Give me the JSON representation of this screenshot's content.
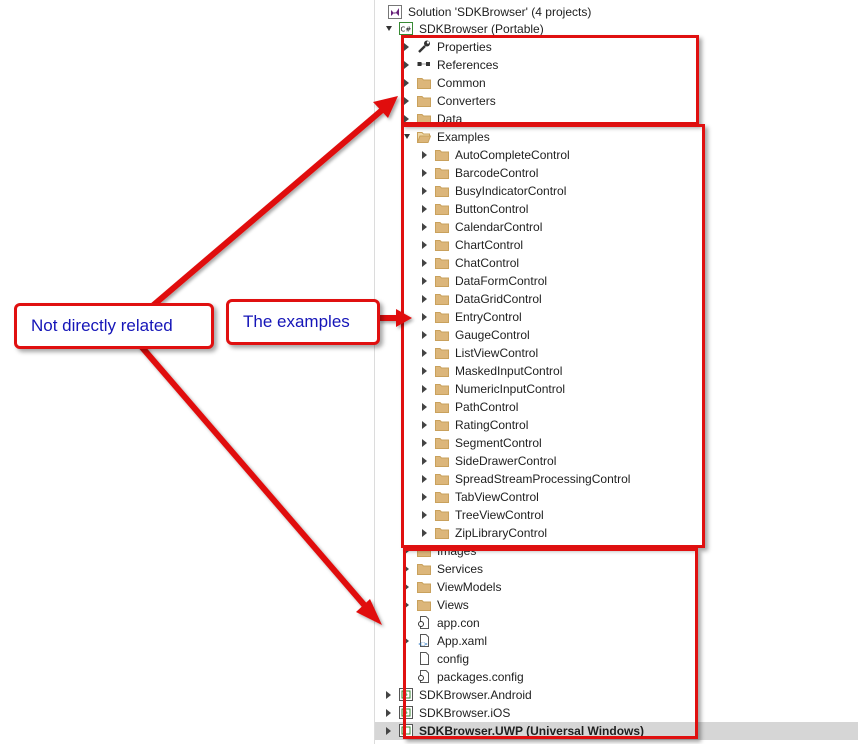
{
  "solution": {
    "title": "Solution 'SDKBrowser' (4 projects)"
  },
  "tree": [
    {
      "label": "SDKBrowser (Portable)",
      "icon": "csharp-project-icon",
      "expander": "open",
      "level": 0
    },
    {
      "label": "Properties",
      "icon": "wrench-icon",
      "expander": "closed",
      "level": 1
    },
    {
      "label": "References",
      "icon": "references-icon",
      "expander": "closed",
      "level": 1
    },
    {
      "label": "Common",
      "icon": "folder-icon",
      "expander": "closed",
      "level": 1
    },
    {
      "label": "Converters",
      "icon": "folder-icon",
      "expander": "closed",
      "level": 1
    },
    {
      "label": "Data",
      "icon": "folder-icon",
      "expander": "closed",
      "level": 1
    },
    {
      "label": "Examples",
      "icon": "folder-open-icon",
      "expander": "open",
      "level": 1
    },
    {
      "label": "AutoCompleteControl",
      "icon": "folder-icon",
      "expander": "closed",
      "level": 2
    },
    {
      "label": "BarcodeControl",
      "icon": "folder-icon",
      "expander": "closed",
      "level": 2
    },
    {
      "label": "BusyIndicatorControl",
      "icon": "folder-icon",
      "expander": "closed",
      "level": 2
    },
    {
      "label": "ButtonControl",
      "icon": "folder-icon",
      "expander": "closed",
      "level": 2
    },
    {
      "label": "CalendarControl",
      "icon": "folder-icon",
      "expander": "closed",
      "level": 2
    },
    {
      "label": "ChartControl",
      "icon": "folder-icon",
      "expander": "closed",
      "level": 2
    },
    {
      "label": "ChatControl",
      "icon": "folder-icon",
      "expander": "closed",
      "level": 2
    },
    {
      "label": "DataFormControl",
      "icon": "folder-icon",
      "expander": "closed",
      "level": 2
    },
    {
      "label": "DataGridControl",
      "icon": "folder-icon",
      "expander": "closed",
      "level": 2
    },
    {
      "label": "EntryControl",
      "icon": "folder-icon",
      "expander": "closed",
      "level": 2
    },
    {
      "label": "GaugeControl",
      "icon": "folder-icon",
      "expander": "closed",
      "level": 2
    },
    {
      "label": "ListViewControl",
      "icon": "folder-icon",
      "expander": "closed",
      "level": 2
    },
    {
      "label": "MaskedInputControl",
      "icon": "folder-icon",
      "expander": "closed",
      "level": 2
    },
    {
      "label": "NumericInputControl",
      "icon": "folder-icon",
      "expander": "closed",
      "level": 2
    },
    {
      "label": "PathControl",
      "icon": "folder-icon",
      "expander": "closed",
      "level": 2
    },
    {
      "label": "RatingControl",
      "icon": "folder-icon",
      "expander": "closed",
      "level": 2
    },
    {
      "label": "SegmentControl",
      "icon": "folder-icon",
      "expander": "closed",
      "level": 2
    },
    {
      "label": "SideDrawerControl",
      "icon": "folder-icon",
      "expander": "closed",
      "level": 2
    },
    {
      "label": "SpreadStreamProcessingControl",
      "icon": "folder-icon",
      "expander": "closed",
      "level": 2
    },
    {
      "label": "TabViewControl",
      "icon": "folder-icon",
      "expander": "closed",
      "level": 2
    },
    {
      "label": "TreeViewControl",
      "icon": "folder-icon",
      "expander": "closed",
      "level": 2
    },
    {
      "label": "ZipLibraryControl",
      "icon": "folder-icon",
      "expander": "closed",
      "level": 2
    },
    {
      "label": "Images",
      "icon": "folder-icon",
      "expander": "closed",
      "level": 1
    },
    {
      "label": "Services",
      "icon": "folder-icon",
      "expander": "closed",
      "level": 1
    },
    {
      "label": "ViewModels",
      "icon": "folder-icon",
      "expander": "closed",
      "level": 1
    },
    {
      "label": "Views",
      "icon": "folder-icon",
      "expander": "closed",
      "level": 1
    },
    {
      "label": "app.con",
      "icon": "config-file-icon",
      "expander": "none",
      "level": 1
    },
    {
      "label": "App.xaml",
      "icon": "xaml-file-icon",
      "expander": "closed",
      "level": 1
    },
    {
      "label": "config",
      "icon": "file-icon",
      "expander": "none",
      "level": 1
    },
    {
      "label": "packages.config",
      "icon": "config-file-icon",
      "expander": "none",
      "level": 1
    },
    {
      "label": "SDKBrowser.Android",
      "icon": "android-project-icon",
      "expander": "closed",
      "level": 0
    },
    {
      "label": "SDKBrowser.iOS",
      "icon": "ios-project-icon",
      "expander": "closed",
      "level": 0
    },
    {
      "label": "SDKBrowser.UWP (Universal Windows)",
      "icon": "uwp-project-icon",
      "expander": "closed",
      "level": 0,
      "selected": true,
      "bold": true
    }
  ],
  "callouts": {
    "not_directly_related": "Not directly related",
    "the_examples": "The examples"
  },
  "colors": {
    "annotation_red": "#e01010",
    "callout_text": "#1515b8",
    "folder": "#dcb67a",
    "selection": "#d6d6d6"
  }
}
